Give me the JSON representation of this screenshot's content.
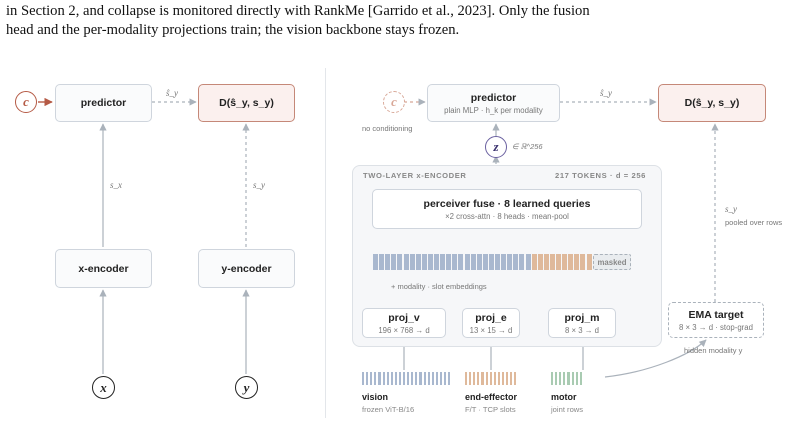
{
  "paragraph": {
    "line1": "in Section 2, and collapse is monitored directly with RankMe [Garrido et al., 2023]. Only the fusion",
    "line2": "head and the per-modality projections train; the vision backbone stays frozen."
  },
  "left": {
    "c_label": "c",
    "predictor": "predictor",
    "dist": "D(ŝ_y, s_y)",
    "sy_hat": "ŝ_y",
    "sx": "s_x",
    "sy": "s_y",
    "x_encoder": "x-encoder",
    "y_encoder": "y-encoder",
    "x_label": "x",
    "y_label": "y"
  },
  "right": {
    "c_label": "c",
    "no_conditioning": "no conditioning",
    "predictor": "predictor",
    "predictor_sub": "plain MLP · h_k per modality",
    "sy_hat": "ŝ_y",
    "dist": "D(ŝ_y, s_y)",
    "z_label": "z",
    "z_space": "∈ ℝ^256",
    "enc_title": "TWO-LAYER x-ENCODER",
    "enc_tokens": "217 TOKENS · d = 256",
    "perceiver_title": "perceiver fuse · 8 learned queries",
    "perceiver_sub": "×2 cross-attn · 8 heads · mean-pool",
    "masked": "masked",
    "embeddings": "+ modality · slot embeddings",
    "proj_v": "proj_v",
    "proj_v_sub": "196 × 768 → d",
    "proj_e": "proj_e",
    "proj_e_sub": "13 × 15 → d",
    "proj_m": "proj_m",
    "proj_m_sub": "8 × 3 → d",
    "sy": "s_y",
    "pooled": "pooled over rows",
    "ema_title": "EMA target",
    "ema_sub": "8 × 3 → d · stop-grad",
    "hidden": "hidden modality y",
    "vision": "vision",
    "vision_sub": "frozen ViT-B/16",
    "ee": "end-effector",
    "ee_sub": "F/T · TCP slots",
    "motor": "motor",
    "motor_sub": "joint rows"
  },
  "colors": {
    "vision": "#a9b8cf",
    "end_effector": "#dfb99b",
    "motor": "#a9cbb2",
    "accent": "#b55a45",
    "z": "#6a60a0"
  }
}
